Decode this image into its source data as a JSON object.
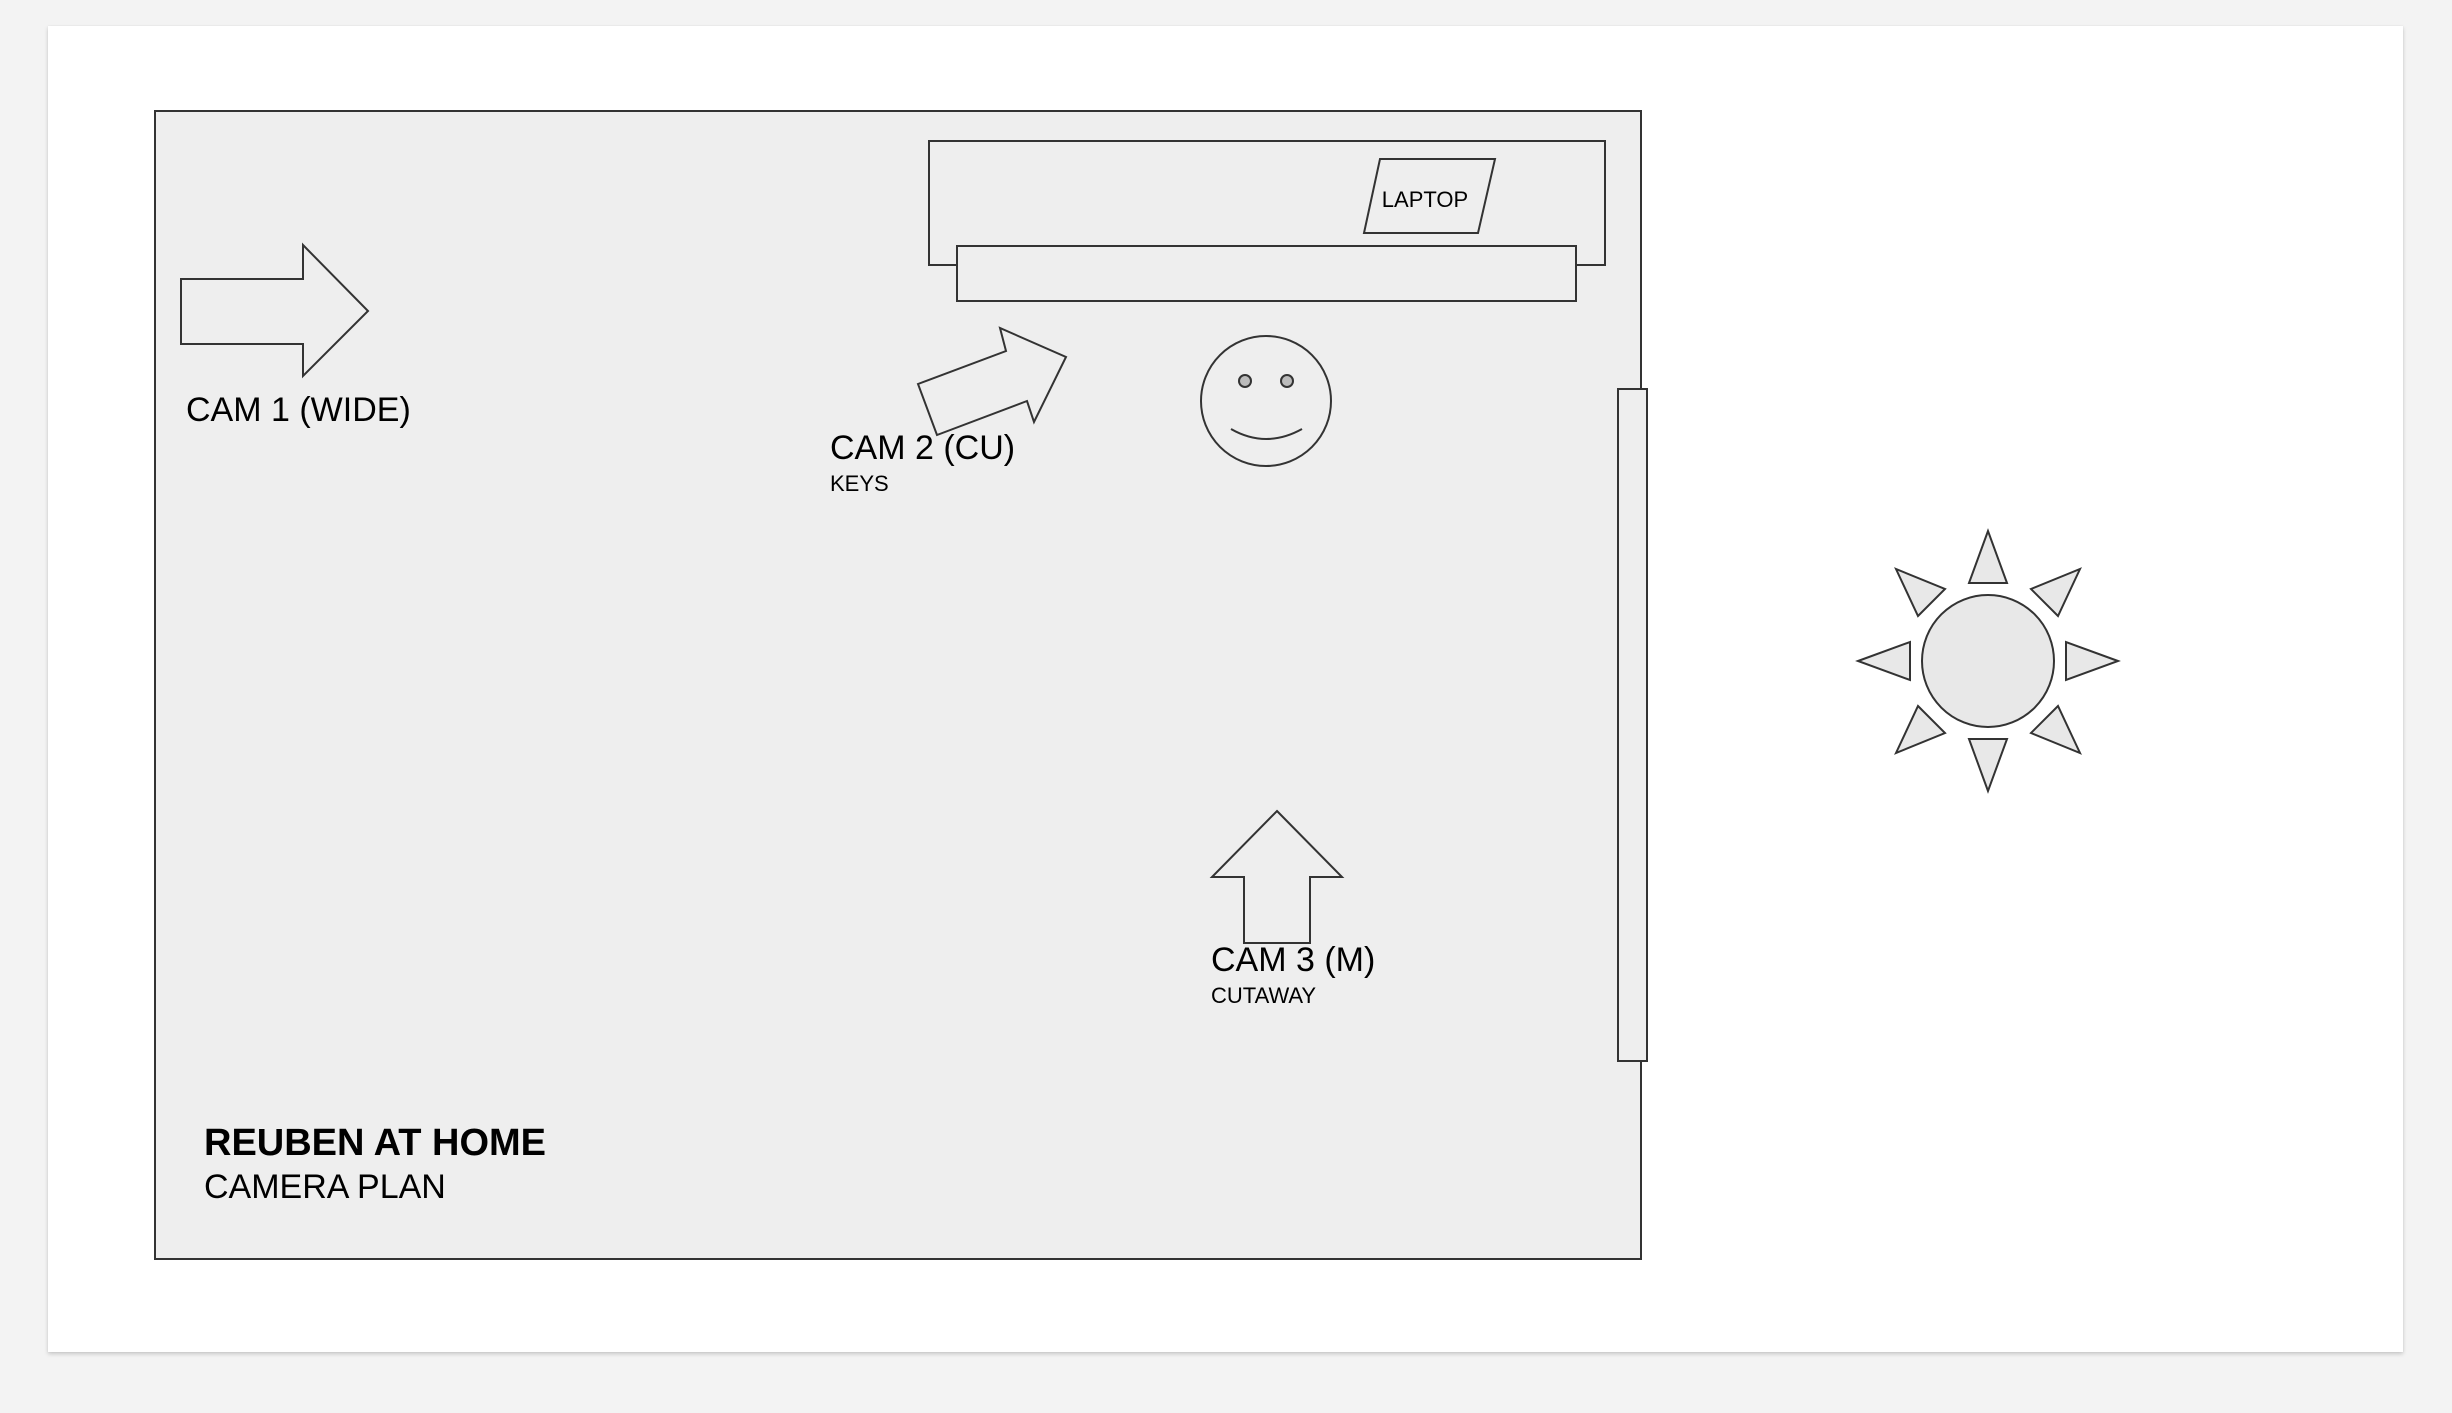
{
  "plan": {
    "title": "REUBEN AT HOME",
    "subtitle": "CAMERA PLAN"
  },
  "labels": {
    "laptop": "LAPTOP",
    "cam1": "CAM 1 (WIDE)",
    "cam2": "CAM 2 (CU)",
    "cam2_note": "KEYS",
    "cam3": "CAM 3 (M)",
    "cam3_note": "CUTAWAY"
  },
  "icons": {
    "subject": "smiley-face-icon",
    "light_source": "sun-icon",
    "camera": "arrow-icon"
  },
  "colors": {
    "page_background": "#f3f3f3",
    "slide_background": "#ffffff",
    "room_fill": "#eeeeee",
    "stroke": "#333333",
    "sun_fill": "#e8e8e8"
  }
}
